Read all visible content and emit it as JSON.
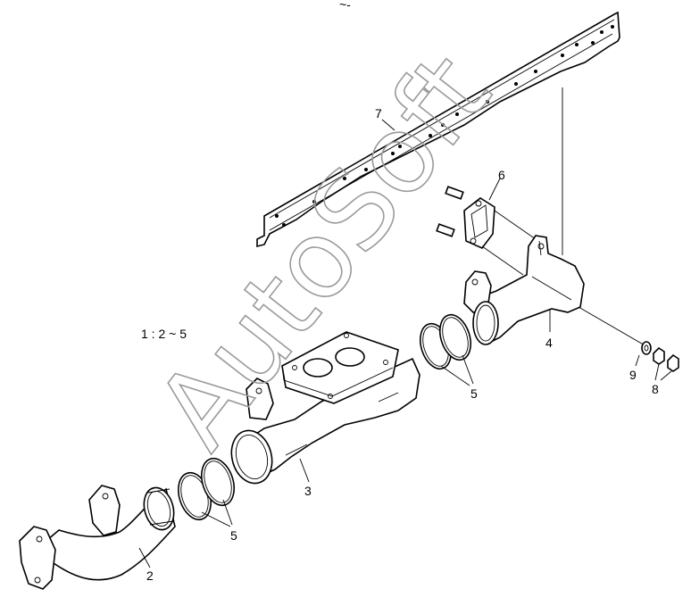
{
  "diagram": {
    "top_mark": "~-",
    "scale_note": "1 : 2 ~ 5",
    "watermark": "AutoSoft",
    "callouts": {
      "c2": "2",
      "c3": "3",
      "c4": "4",
      "c5a": "5",
      "c5b": "5",
      "c6": "6",
      "c7": "7",
      "c8": "8",
      "c9": "9"
    }
  },
  "colors": {
    "line": "#000000",
    "watermark": "#9a9a9a",
    "background": "#ffffff"
  }
}
